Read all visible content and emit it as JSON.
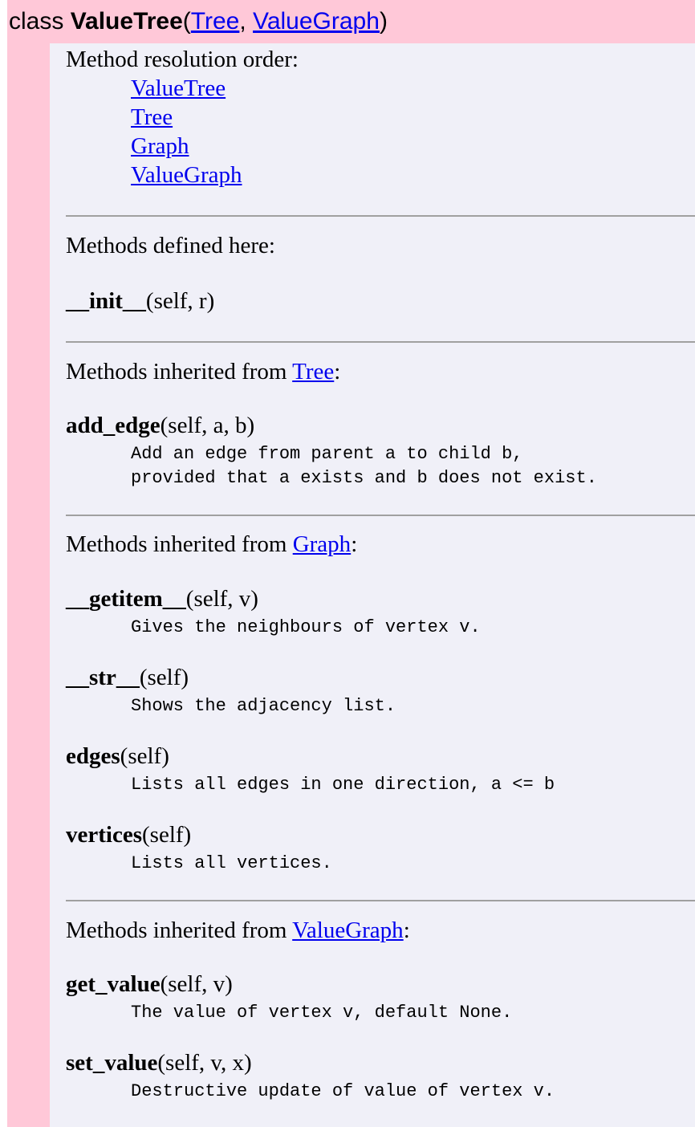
{
  "header": {
    "prefix": "class ",
    "class_name": "ValueTree",
    "open_paren": "(",
    "base1": "Tree",
    "sep": ", ",
    "base2": "ValueGraph",
    "close_paren": ")"
  },
  "mro": {
    "title": "Method resolution order:",
    "items": [
      "ValueTree",
      "Tree",
      "Graph",
      "ValueGraph"
    ]
  },
  "defined": {
    "title": "Methods defined here:",
    "methods": [
      {
        "name": "__init__",
        "args": "(self, r)"
      }
    ]
  },
  "inherited_tree": {
    "title_prefix": "Methods inherited from ",
    "link": "Tree",
    "title_suffix": ":",
    "methods": [
      {
        "name": "add_edge",
        "args": "(self, a, b)",
        "doc": [
          "Add an edge from parent a to child b,",
          "provided that a exists and b does not exist."
        ]
      }
    ]
  },
  "inherited_graph": {
    "title_prefix": "Methods inherited from ",
    "link": "Graph",
    "title_suffix": ":",
    "methods": [
      {
        "name": "__getitem__",
        "args": "(self, v)",
        "doc": [
          "Gives the neighbours of vertex v."
        ]
      },
      {
        "name": "__str__",
        "args": "(self)",
        "doc": [
          "Shows the adjacency list."
        ]
      },
      {
        "name": "edges",
        "args": "(self)",
        "doc": [
          "Lists all edges in one direction, a <= b"
        ]
      },
      {
        "name": "vertices",
        "args": "(self)",
        "doc": [
          "Lists all vertices."
        ]
      }
    ]
  },
  "inherited_valuegraph": {
    "title_prefix": "Methods inherited from ",
    "link": "ValueGraph",
    "title_suffix": ":",
    "methods": [
      {
        "name": "get_value",
        "args": "(self, v)",
        "doc": [
          "The value of vertex v, default None."
        ]
      },
      {
        "name": "set_value",
        "args": "(self, v, x)",
        "doc": [
          "Destructive update of value of vertex v."
        ]
      }
    ]
  }
}
